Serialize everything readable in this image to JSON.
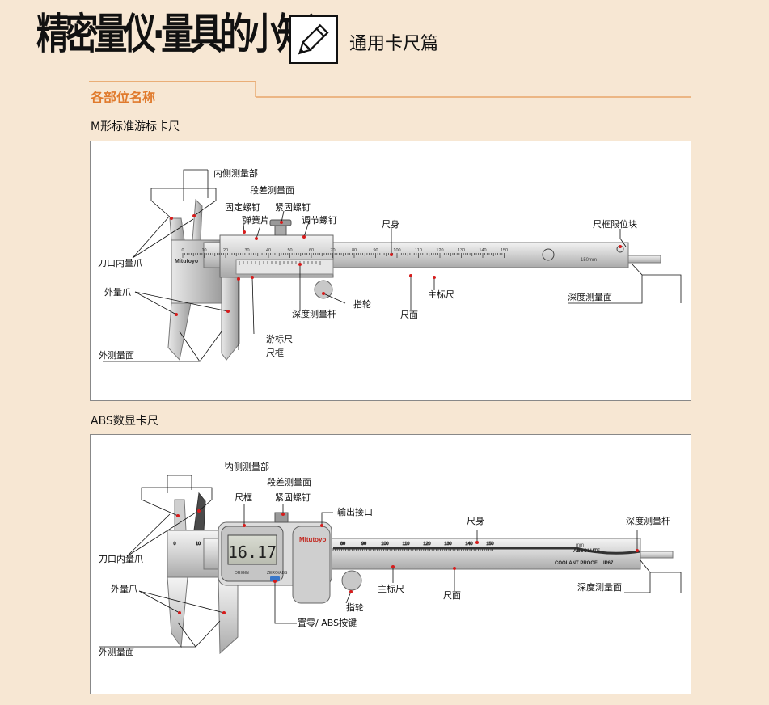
{
  "header": {
    "title": "精密量仪·量具的小知识",
    "subtitle": "通用卡尺篇"
  },
  "section": {
    "title": "各部位名称"
  },
  "caliper_m": {
    "heading": "M形标准游标卡尺",
    "labels": {
      "inner_jaw": "内侧测量部",
      "step_face": "段差测量面",
      "fixing_screw": "固定螺钉",
      "clamp_screw": "紧固螺钉",
      "spring_plate": "弹簧片",
      "adjust_screw": "调节螺钉",
      "beam": "尺身",
      "slider_stop": "尺框限位块",
      "knife_jaw": "刀口内量爪",
      "outer_jaw": "外量爪",
      "depth_rod": "深度测量杆",
      "thumb_wheel": "指轮",
      "main_scale": "主标尺",
      "beam_face": "尺面",
      "depth_face": "深度测量面",
      "vernier": "游标尺",
      "slider": "尺框",
      "outer_face": "外测量面"
    },
    "brand": "Mitutoyo",
    "scale_numbers": [
      "0",
      "10",
      "20",
      "30",
      "40",
      "50",
      "60",
      "70",
      "80",
      "90",
      "100",
      "110",
      "120",
      "130",
      "140",
      "150"
    ],
    "scale_end": "150mm"
  },
  "caliper_abs": {
    "heading": "ABS数显卡尺",
    "labels": {
      "inner_jaw": "内侧测量部",
      "step_face": "段差测量面",
      "slider": "尺框",
      "clamp_screw": "紧固螺钉",
      "output_port": "输出接口",
      "beam": "尺身",
      "depth_rod": "深度测量杆",
      "knife_jaw": "刀口内量爪",
      "outer_jaw": "外量爪",
      "main_scale": "主标尺",
      "beam_face": "尺面",
      "depth_face": "深度测量面",
      "thumb_wheel": "指轮",
      "zero_abs": "置零/ ABS按键",
      "outer_face": "外测量面"
    },
    "brand": "Mitutoyo",
    "display": "16.17",
    "button_origin": "ORIGIN",
    "button_zero": "ZERO/ABS",
    "absolute": "ABSOLUTE",
    "coolant": "COOLANT PROOF",
    "ip": "IP67",
    "scale_numbers": [
      "0",
      "10",
      "80",
      "90",
      "100",
      "110",
      "120",
      "130",
      "140",
      "150"
    ],
    "scale_end": "mm"
  }
}
